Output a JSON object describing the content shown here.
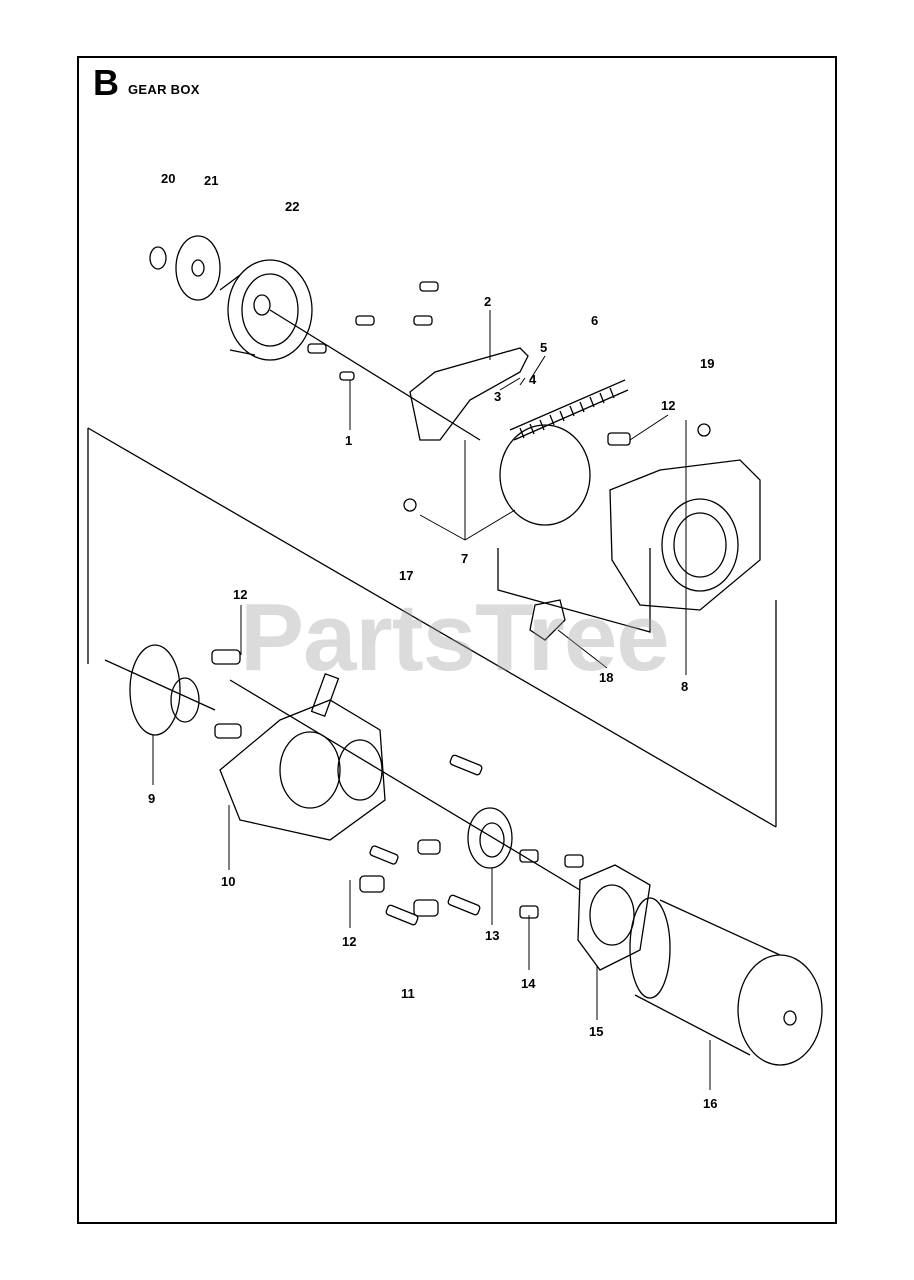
{
  "header": {
    "section_letter": "B",
    "title": "GEAR BOX"
  },
  "watermark": "PartsTree",
  "callouts": [
    "1",
    "2",
    "3",
    "4",
    "5",
    "6",
    "7",
    "8",
    "9",
    "10",
    "11",
    "12",
    "12",
    "12",
    "13",
    "14",
    "15",
    "16",
    "17",
    "18",
    "19",
    "20",
    "21",
    "22"
  ]
}
